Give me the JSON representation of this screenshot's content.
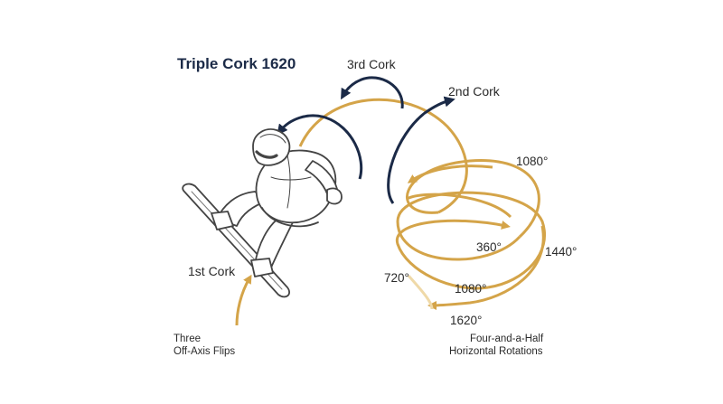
{
  "title": "Triple Cork 1620",
  "labels": {
    "cork3": "3rd Cork",
    "cork2": "2nd Cork",
    "cork1": "1st Cork",
    "d360": "360°",
    "d720": "720°",
    "d1080_top": "1080°",
    "d1080_bottom": "1080°",
    "d1440": "1440°",
    "d1620": "1620°"
  },
  "captions": {
    "flips_line1": "Three",
    "flips_line2": "Off-Axis Flips",
    "rotations_line1": "Four-and-a-Half",
    "rotations_line2": "Horizontal Rotations"
  },
  "colors": {
    "gold": "#d4a449",
    "navy": "#1b2a47",
    "text": "#2a2a2a",
    "figure_line": "#444444"
  },
  "icons": [
    "snowboarder-figure",
    "flip-arrow-icon",
    "rotation-arrow-icon"
  ]
}
